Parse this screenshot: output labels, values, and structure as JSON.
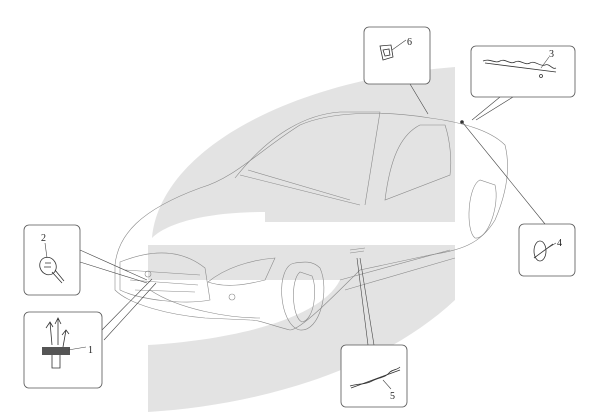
{
  "diagram": {
    "watermark_color": "#e3e3e3",
    "callouts": [
      {
        "id": "1",
        "part": "trident-emblem-front-grille"
      },
      {
        "id": "2",
        "part": "bonnet-badge"
      },
      {
        "id": "3",
        "part": "rear-lettering-badge"
      },
      {
        "id": "4",
        "part": "oval-badge-rear-pillar"
      },
      {
        "id": "5",
        "part": "side-script-badge"
      },
      {
        "id": "6",
        "part": "small-label"
      }
    ]
  }
}
